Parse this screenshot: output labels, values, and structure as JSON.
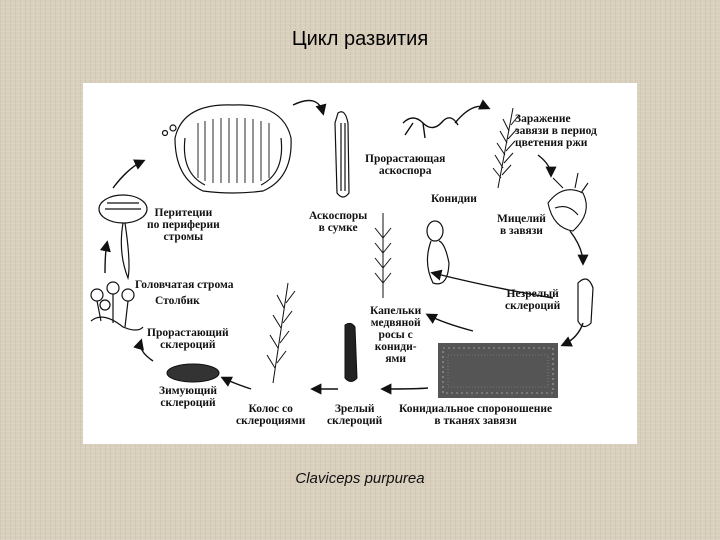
{
  "slide": {
    "title": "Цикл развития",
    "caption": "Claviceps purpurea"
  },
  "labels": {
    "perithecia": "Перитеции\nпо периферии\nстромы",
    "germ_ascospore": "Прорастающая\nаскоспора",
    "infection": "Заражение\nзавязи в период\nцветения ржи",
    "ascospores": "Аскоспоры\nв сумке",
    "conidia": "Конидии",
    "mycelium": "Мицелий\nв завязи",
    "head_stroma": "Головчатая строма",
    "stalk": "Столбик",
    "immature_sclerotium": "Незрелый\nсклероций",
    "germ_sclerotium": "Прорастающий\nсклероций",
    "honeydew": "Капельки\nмедвяной\nросы с\nкониди-\nями",
    "wintering": "Зимующий\nсклероций",
    "ear": "Колос со\nсклероциями",
    "mature": "Зрелый\nсклероций",
    "conidial": "Конидиальное спороношение\nв тканях завязи"
  },
  "colors": {
    "background": "#d9cfbd",
    "panel": "#ffffff",
    "ink": "#111111"
  }
}
